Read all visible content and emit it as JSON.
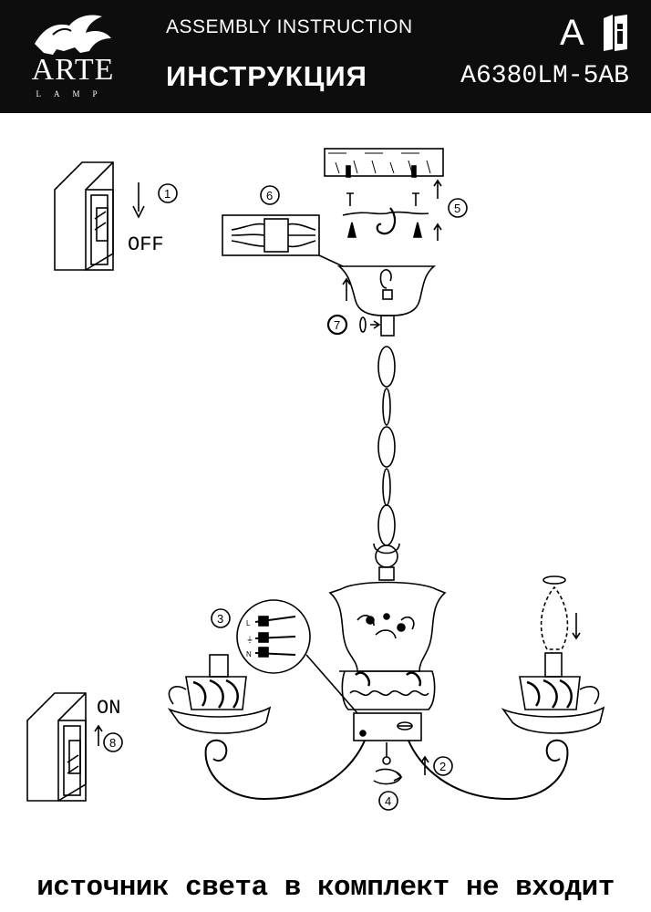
{
  "header": {
    "brand_name": "ARTE",
    "brand_sub": "LAMP",
    "title_en": "ASSEMBLY INSTRUCTION",
    "title_ru": "ИНСТРУКЦИЯ",
    "class_letter": "A",
    "model": "A6380LM-5AB",
    "info_icon": "book-info-icon"
  },
  "switch_off": {
    "label": "OFF",
    "step": "1"
  },
  "switch_on": {
    "label": "ON",
    "step": "8"
  },
  "steps": {
    "two": "2",
    "three": "3",
    "four": "4",
    "five": "5",
    "six": "6",
    "seven": "7"
  },
  "wire_labels": {
    "l": "L",
    "earth": "⏚",
    "n": "N"
  },
  "footer": {
    "note": "источник света в комплект не входит"
  },
  "colors": {
    "header_bg": "#0d0d0d",
    "header_text": "#ffffff",
    "line": "#000000"
  }
}
